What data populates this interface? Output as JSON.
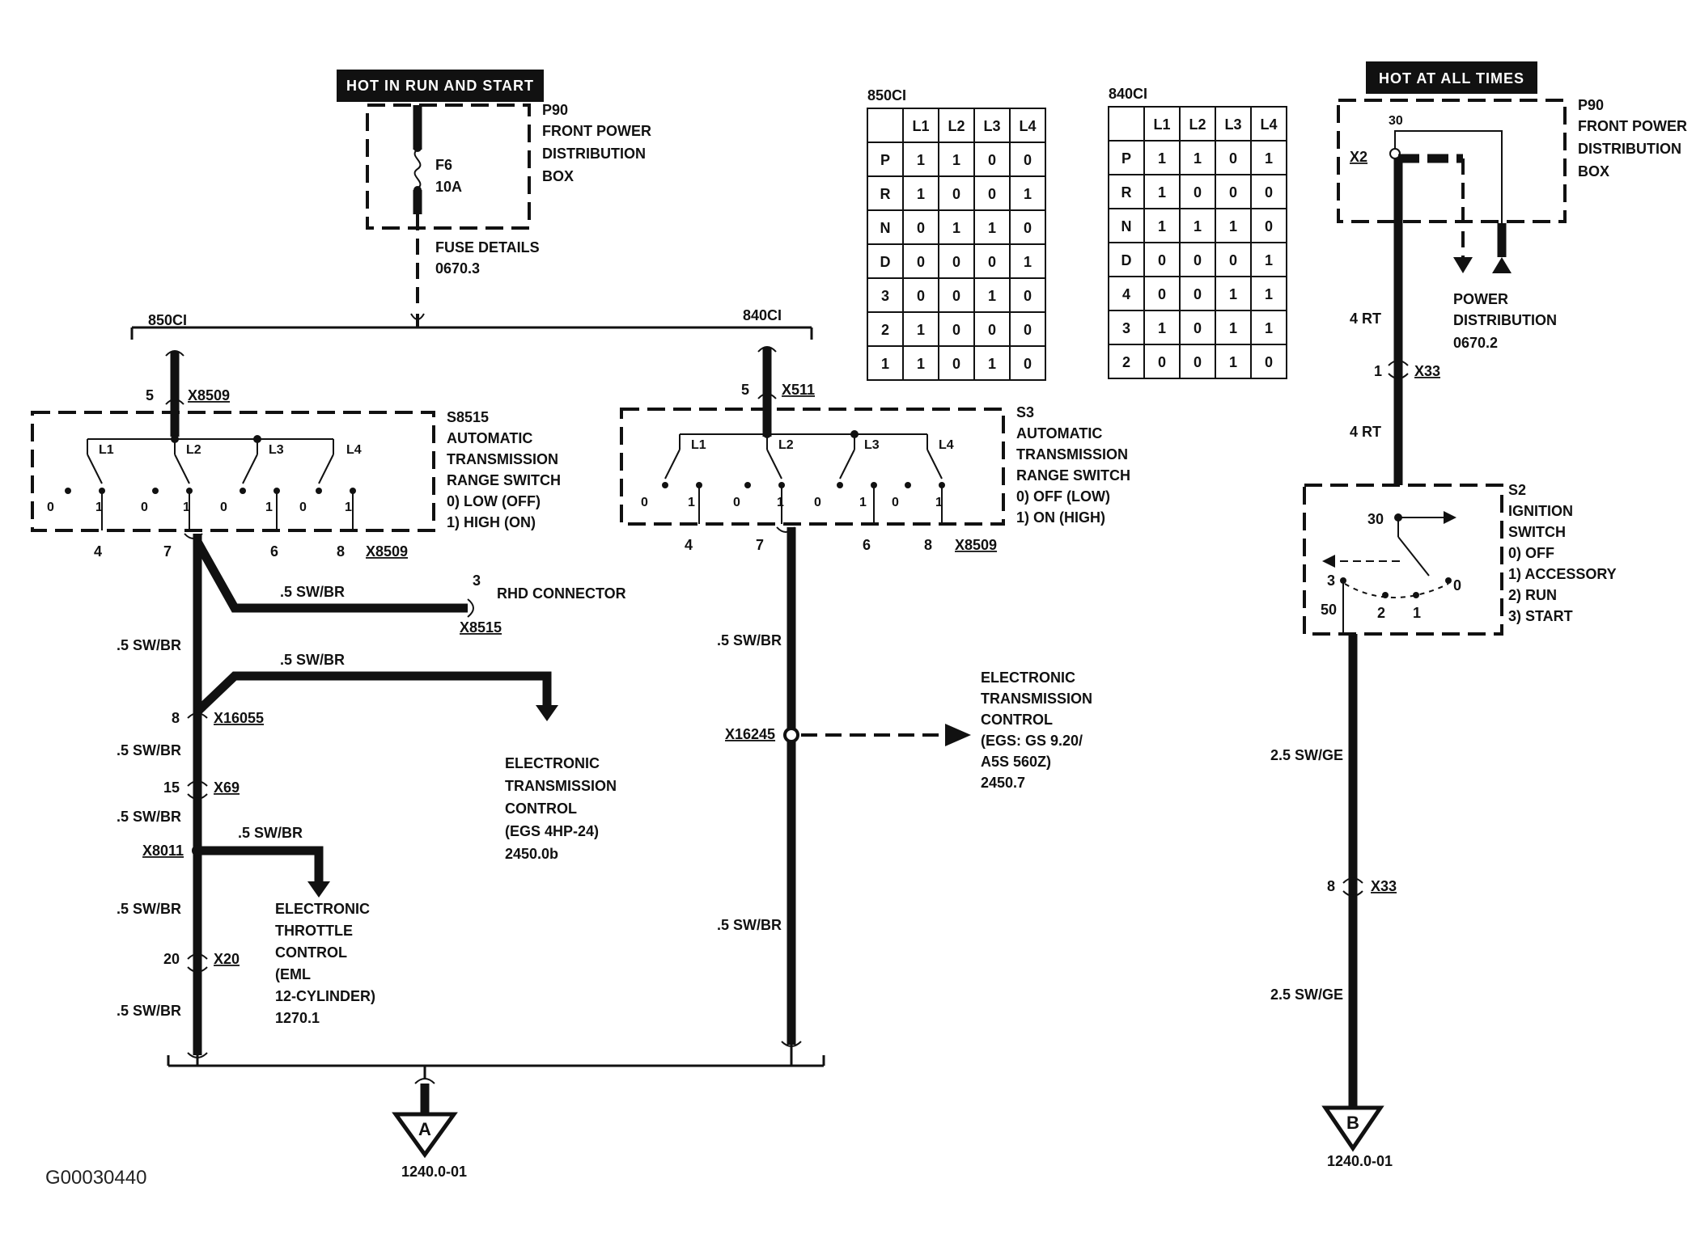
{
  "headers": {
    "left": "HOT IN RUN AND START",
    "right": "HOT AT ALL TIMES"
  },
  "fuse_box_left": {
    "id": "P90",
    "line1": "FRONT POWER",
    "line2": "DISTRIBUTION",
    "line3": "BOX",
    "fuse": "F6",
    "amp": "10A",
    "details_title": "FUSE DETAILS",
    "details_ref": "0670.3"
  },
  "fuse_box_right": {
    "id": "P90",
    "line1": "FRONT POWER",
    "line2": "DISTRIBUTION",
    "line3": "BOX",
    "pin": "30",
    "conn": "X2",
    "pd_line1": "POWER",
    "pd_line2": "DISTRIBUTION",
    "pd_ref": "0670.2"
  },
  "branch_labels": {
    "left": "850CI",
    "right": "840CI"
  },
  "switch_left": {
    "id": "S8515",
    "line1": "AUTOMATIC",
    "line2": "TRANSMISSION",
    "line3": "RANGE SWITCH",
    "state0": "0)   LOW (OFF)",
    "state1": "1)   HIGH (ON)",
    "top_pin": "5",
    "top_conn": "X8509",
    "contacts": [
      "L1",
      "L2",
      "L3",
      "L4"
    ],
    "pos": [
      "0",
      "1",
      "0",
      "1",
      "0",
      "1",
      "0",
      "1"
    ],
    "bottom_pins": [
      "4",
      "7",
      "6",
      "8"
    ],
    "bottom_conn": "X8509"
  },
  "switch_mid": {
    "id": "S3",
    "line1": "AUTOMATIC",
    "line2": "TRANSMISSION",
    "line3": "RANGE SWITCH",
    "state0": "0)   OFF (LOW)",
    "state1": "1)   ON (HIGH)",
    "top_pin": "5",
    "top_conn": "X511",
    "contacts": [
      "L1",
      "L2",
      "L3",
      "L4"
    ],
    "pos": [
      "0",
      "1",
      "0",
      "1",
      "0",
      "1",
      "0",
      "1"
    ],
    "bottom_pins": [
      "4",
      "7",
      "6",
      "8"
    ],
    "bottom_conn": "X8509"
  },
  "left_wire": {
    "rhd_wire": ".5 SW/BR",
    "rhd_pin": "3",
    "rhd_label": "RHD CONNECTOR",
    "rhd_conn": "X8515",
    "w1": ".5 SW/BR",
    "w2": ".5 SW/BR",
    "pin8": "8",
    "conn_x16055": "X16055",
    "w3": ".5 SW/BR",
    "pin15": "15",
    "conn_x69": "X69",
    "w4": ".5 SW/BR",
    "splice": "X8011",
    "w5": ".5 SW/BR",
    "w6": ".5 SW/BR",
    "pin20": "20",
    "conn_x20": "X20",
    "w7": ".5 SW/BR",
    "etc_lines": [
      "ELECTRONIC",
      "TRANSMISSION",
      "CONTROL",
      "(EGS 4HP-24)",
      "2450.0b"
    ],
    "etc2_lines": [
      "ELECTRONIC",
      "THROTTLE",
      "CONTROL",
      "(EML",
      "12-CYLINDER)",
      "1270.1"
    ]
  },
  "mid_wire": {
    "w1": ".5 SW/BR",
    "splice": "X16245",
    "w2": ".5 SW/BR",
    "etc_lines": [
      "ELECTRONIC",
      "TRANSMISSION",
      "CONTROL",
      "(EGS: GS 9.20/",
      "A5S 560Z)",
      "2450.7"
    ]
  },
  "right_wire": {
    "w_top": "4 RT",
    "pin1": "1",
    "conn_x33": "X33",
    "w_mid": "4 RT",
    "ign_id": "S2",
    "ign_lines": [
      "IGNITION",
      "SWITCH",
      "0)   OFF",
      "1)   ACCESSORY",
      "2)   RUN",
      "3)   START"
    ],
    "ign_30": "30",
    "ign_50": "50",
    "ign_pos3": "3",
    "ign_pos2": "2",
    "ign_pos1": "1",
    "ign_pos0": "0",
    "w_low1": "2.5 SW/GE",
    "pin8": "8",
    "conn_x33b": "X33",
    "w_low2": "2.5 SW/GE"
  },
  "terminals": {
    "a_letter": "A",
    "a_ref": "1240.0-01",
    "b_letter": "B",
    "b_ref": "1240.0-01"
  },
  "table_850": {
    "title": "850CI",
    "header": [
      "",
      "L1",
      "L2",
      "L3",
      "L4"
    ],
    "rows": [
      [
        "P",
        "1",
        "1",
        "0",
        "0"
      ],
      [
        "R",
        "1",
        "0",
        "0",
        "1"
      ],
      [
        "N",
        "0",
        "1",
        "1",
        "0"
      ],
      [
        "D",
        "0",
        "0",
        "0",
        "1"
      ],
      [
        "3",
        "0",
        "0",
        "1",
        "0"
      ],
      [
        "2",
        "1",
        "0",
        "0",
        "0"
      ],
      [
        "1",
        "1",
        "0",
        "1",
        "0"
      ]
    ]
  },
  "table_840": {
    "title": "840CI",
    "header": [
      "",
      "L1",
      "L2",
      "L3",
      "L4"
    ],
    "rows": [
      [
        "P",
        "1",
        "1",
        "0",
        "1"
      ],
      [
        "R",
        "1",
        "0",
        "0",
        "0"
      ],
      [
        "N",
        "1",
        "1",
        "1",
        "0"
      ],
      [
        "D",
        "0",
        "0",
        "0",
        "1"
      ],
      [
        "4",
        "0",
        "0",
        "1",
        "1"
      ],
      [
        "3",
        "1",
        "0",
        "1",
        "1"
      ],
      [
        "2",
        "0",
        "0",
        "1",
        "0"
      ]
    ]
  },
  "figure_id": "G00030440"
}
